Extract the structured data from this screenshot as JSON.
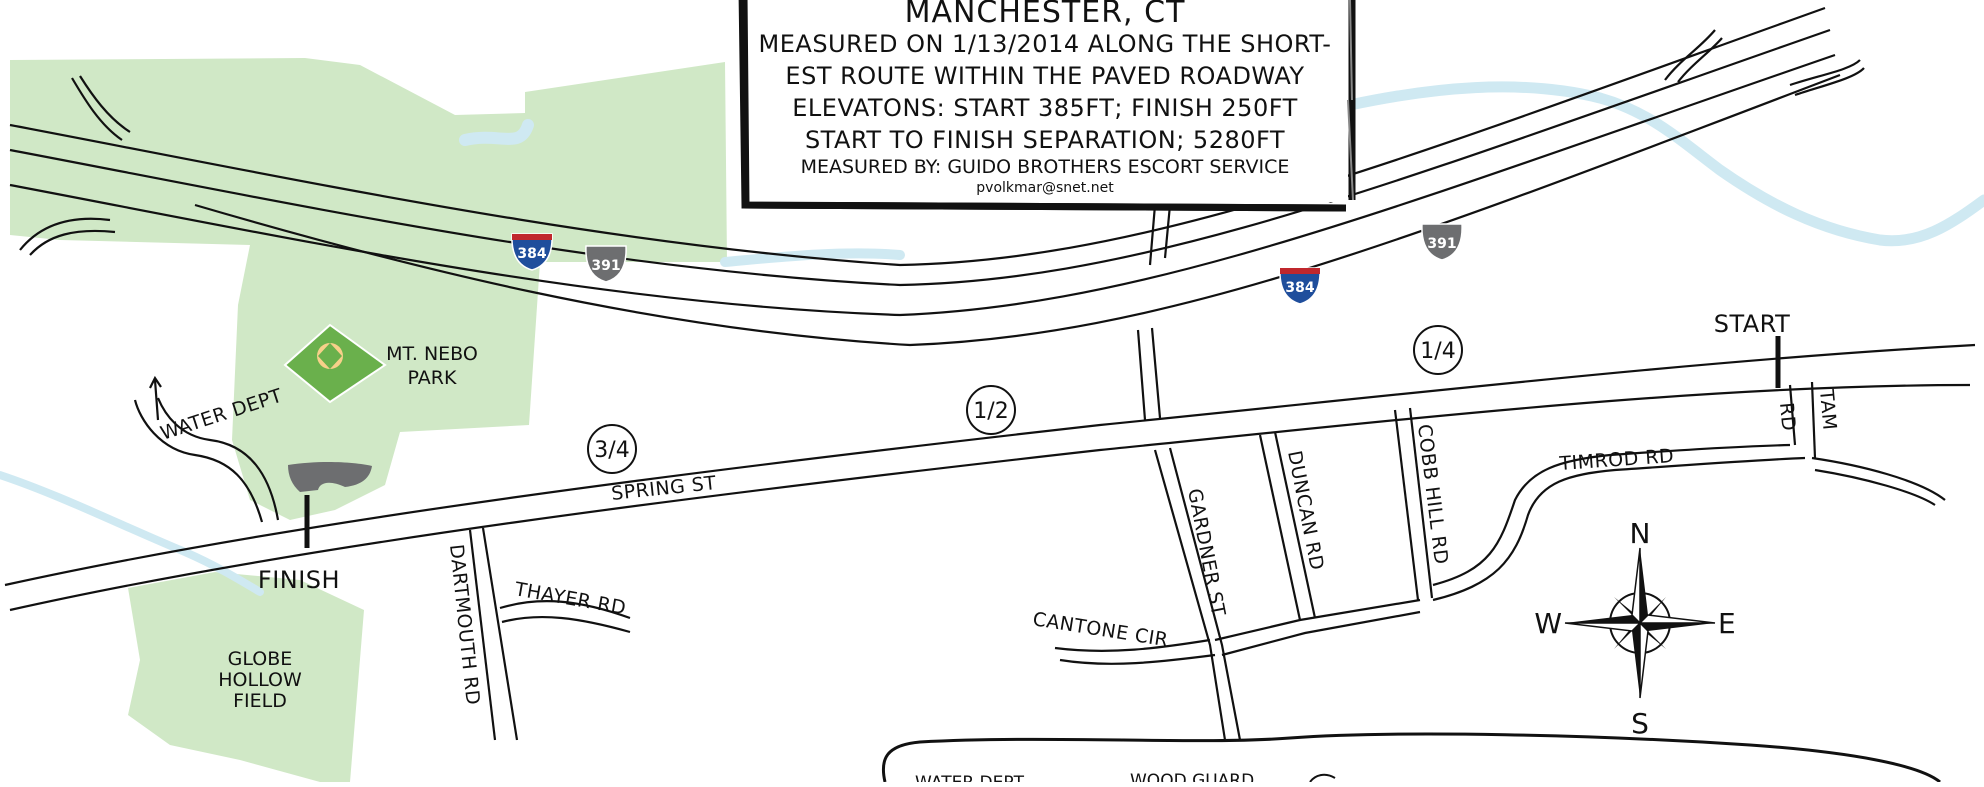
{
  "info_box": {
    "title": "MANCHESTER, CT",
    "line1": "MEASURED ON 1/13/2014 ALONG THE SHORT-",
    "line2": "EST ROUTE WITHIN THE PAVED ROADWAY",
    "line3": "ELEVATONS: START 385FT; FINISH 250FT",
    "line4": "START TO FINISH SEPARATION; 5280FT",
    "line5": "MEASURED BY: GUIDO BROTHERS ESCORT SERVICE",
    "email": "pvolkmar@snet.net"
  },
  "roads": {
    "spring_st": "SPRING ST",
    "water_dept": "WATER DEPT",
    "dartmouth_rd": "DARTMOUTH RD",
    "thayer_rd": "THAYER RD",
    "cantone_cir": "CANTONE CIR",
    "gardner_st": "GARDNER ST",
    "duncan_rd": "DUNCAN RD",
    "cobb_hill_rd": "COBB HILL RD",
    "timrod_rd": "TIMROD RD",
    "rd": "RD",
    "tam": "TAM"
  },
  "pois": {
    "mt_nebo_line1": "MT. NEBO",
    "mt_nebo_line2": "PARK",
    "globe_line1": "GLOBE",
    "globe_line2": "HOLLOW",
    "globe_line3": "FIELD"
  },
  "course": {
    "start": "START",
    "finish": "FINISH"
  },
  "mile_markers": {
    "quarter": "1/4",
    "half": "1/2",
    "three_quarter": "3/4"
  },
  "shields": {
    "i384": "384",
    "i391": "391"
  },
  "compass": {
    "n": "N",
    "s": "S",
    "e": "E",
    "w": "W"
  },
  "legend_partial": {
    "left": "WATER DEPT",
    "right": "WOOD GUARD"
  },
  "colors": {
    "park_green": "#d0e8c6",
    "river_blue": "#cfe9f2",
    "interstate_blue": "#1f4e9c",
    "interstate_red": "#c0272d",
    "shield_gray": "#6d6e70",
    "ink": "#111111"
  }
}
